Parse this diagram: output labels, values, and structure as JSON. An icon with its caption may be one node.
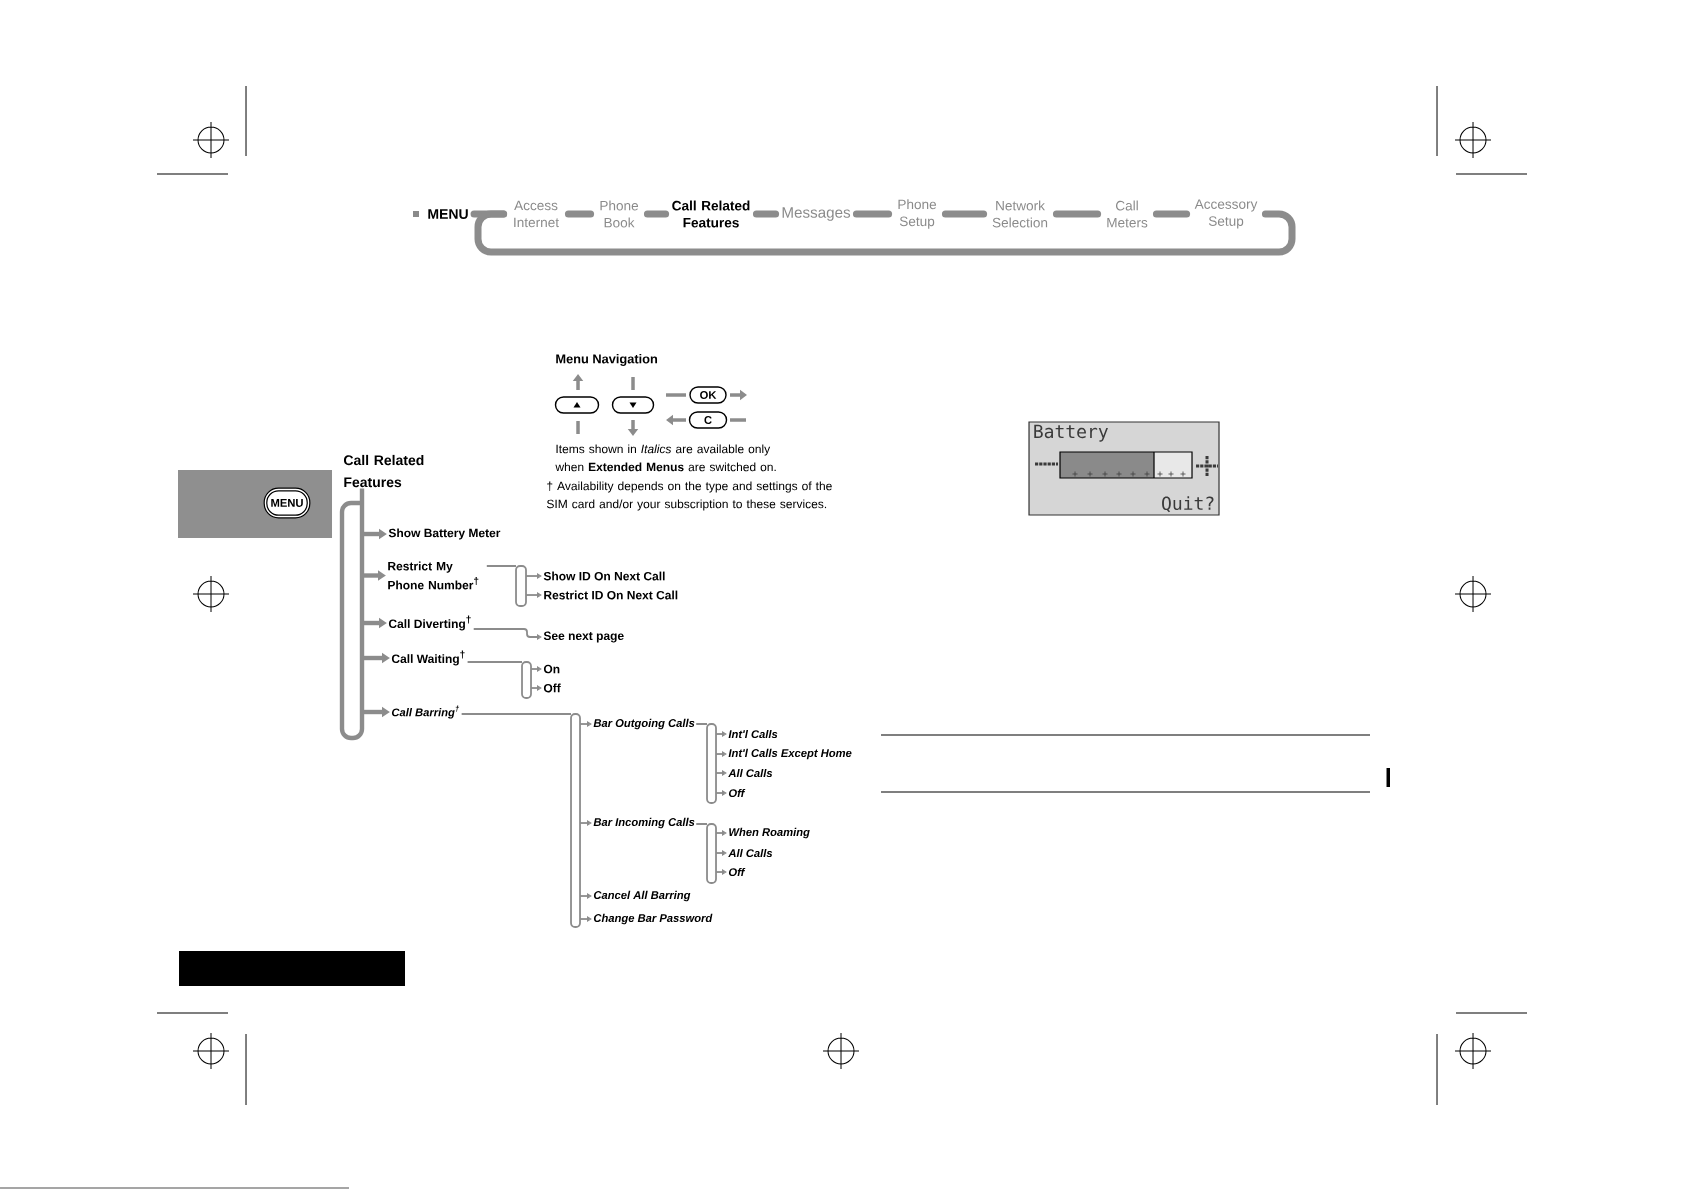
{
  "diagram": {
    "nodes": [
      {
        "text": [
          "MENU"
        ]
      },
      {
        "text": [
          "Access Internet"
        ]
      },
      {
        "text": [
          "Phone Book"
        ]
      },
      {
        "text": [
          "Call Related Features"
        ]
      },
      {
        "text": [
          "Messages"
        ]
      },
      {
        "text": [
          "Phone Setup"
        ]
      },
      {
        "text": [
          "Network Selection"
        ]
      },
      {
        "text": [
          "Call Meters"
        ]
      },
      {
        "text": [
          "Accessory Setup"
        ]
      },
      {
        "text": [],
        "shape": "button"
      },
      {
        "text": [],
        "shape": "button"
      },
      {
        "text": [
          "OK"
        ]
      },
      {
        "text": [
          "C"
        ]
      },
      {
        "text": [
          "Battery",
          "Quit?"
        ]
      },
      {
        "text": [
          "MENU"
        ]
      },
      {
        "text": [
          "Call Related Features"
        ]
      },
      {
        "text": [
          "Show Battery Meter"
        ]
      },
      {
        "text": [
          "Restrict My Phone Number$^{†}$"
        ]
      },
      {
        "text": [
          "Show ID On Next Call"
        ]
      },
      {
        "text": [
          "Restrict ID On Next Call"
        ]
      },
      {
        "text": [
          "Call Diverting$^{†}$"
        ]
      },
      {
        "text": [
          "See next page"
        ]
      },
      {
        "text": [
          "Call Waiting$^{†}$"
        ]
      },
      {
        "text": [
          "On"
        ]
      },
      {
        "text": [
          "Off"
        ]
      },
      {
        "text": [
          "Call Barring$^{†}$"
        ]
      },
      {
        "text": [
          "Bar Outgoing Calls"
        ]
      },
      {
        "text": [
          "Int'l Calls"
        ]
      },
      {
        "text": [
          "Int'l Calls Except Home"
        ]
      },
      {
        "text": [
          "All Calls"
        ]
      },
      {
        "text": [
          "Off"
        ]
      },
      {
        "text": [
          "Bar Incoming Calls"
        ]
      },
      {
        "text": [
          "When Roaming"
        ]
      },
      {
        "text": [
          "All Calls"
        ]
      },
      {
        "text": [
          "Off"
        ]
      },
      {
        "text": [
          "Cancel All Barring"
        ]
      },
      {
        "text": [
          "Change Bar Password"
        ]
      }
    ],
    "edges": [
      {
        "from": 0,
        "to": 1,
        "arrow": "none",
        "style": "thick"
      },
      {
        "from": 1,
        "to": 2,
        "arrow": "none",
        "style": "thick"
      },
      {
        "from": 2,
        "to": 3,
        "arrow": "none",
        "style": "thick"
      },
      {
        "from": 3,
        "to": 4,
        "arrow": "none",
        "style": "thick"
      },
      {
        "from": 4,
        "to": 5,
        "arrow": "none",
        "style": "thick"
      },
      {
        "from": 5,
        "to": 6,
        "arrow": "none",
        "style": "thick"
      },
      {
        "from": 6,
        "to": 7,
        "arrow": "none",
        "style": "thick"
      },
      {
        "from": 7,
        "to": 8,
        "arrow": "none",
        "style": "thick"
      },
      {
        "from": 8,
        "to": 1,
        "arrow": "none",
        "style": "thick"
      },
      {
        "from": 15,
        "to": 16,
        "arrow": "to",
        "style": "thick"
      },
      {
        "from": 15,
        "to": 17,
        "arrow": "to",
        "style": "thick"
      },
      {
        "from": 15,
        "to": 20,
        "arrow": "to",
        "style": "thick"
      },
      {
        "from": 15,
        "to": 22,
        "arrow": "to",
        "style": "thick"
      },
      {
        "from": 15,
        "to": 25,
        "arrow": "to",
        "style": "thick"
      },
      {
        "from": 17,
        "to": 18,
        "arrow": "to"
      },
      {
        "from": 17,
        "to": 19,
        "arrow": "to"
      },
      {
        "from": 20,
        "to": 21,
        "arrow": "to"
      },
      {
        "from": 22,
        "to": 23,
        "arrow": "to"
      },
      {
        "from": 22,
        "to": 24,
        "arrow": "to"
      },
      {
        "from": 25,
        "to": 26,
        "arrow": "to"
      },
      {
        "from": 25,
        "to": 31,
        "arrow": "to"
      },
      {
        "from": 25,
        "to": 35,
        "arrow": "to"
      },
      {
        "from": 25,
        "to": 36,
        "arrow": "to"
      },
      {
        "from": 26,
        "to": 27,
        "arrow": "to"
      },
      {
        "from": 26,
        "to": 28,
        "arrow": "to"
      },
      {
        "from": 26,
        "to": 29,
        "arrow": "to"
      },
      {
        "from": 26,
        "to": 30,
        "arrow": "to"
      },
      {
        "from": 31,
        "to": 32,
        "arrow": "to"
      },
      {
        "from": 31,
        "to": 33,
        "arrow": "to"
      },
      {
        "from": 31,
        "to": 34,
        "arrow": "to"
      }
    ],
    "labels": [
      "Menu Navigation",
      "Items shown in *Italics* are available only when **Extended Menus** are switched on.",
      "† Availability depends on the type and settings of the SIM card and/or your subscription to these services."
    ]
  }
}
